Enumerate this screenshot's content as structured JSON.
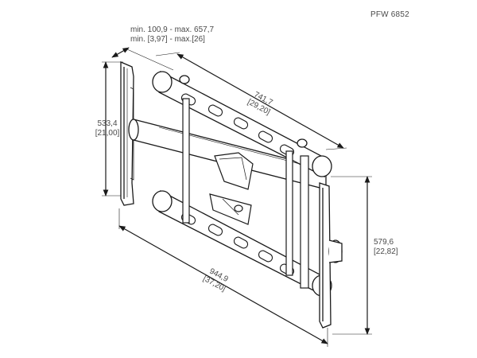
{
  "model": "PFW 6852",
  "dimensions": {
    "depth": {
      "line1": "min. 100,9 - max. 657,7",
      "line2": "min. [3,97] - max.[26]"
    },
    "left_height": {
      "mm": "533,4",
      "in": "[21,00]"
    },
    "top_width": {
      "mm": "741,7",
      "in": "[29,20]"
    },
    "right_height": {
      "mm": "579,6",
      "in": "[22,82]"
    },
    "bottom_width": {
      "mm": "944,9",
      "in": "[37,20]"
    }
  }
}
